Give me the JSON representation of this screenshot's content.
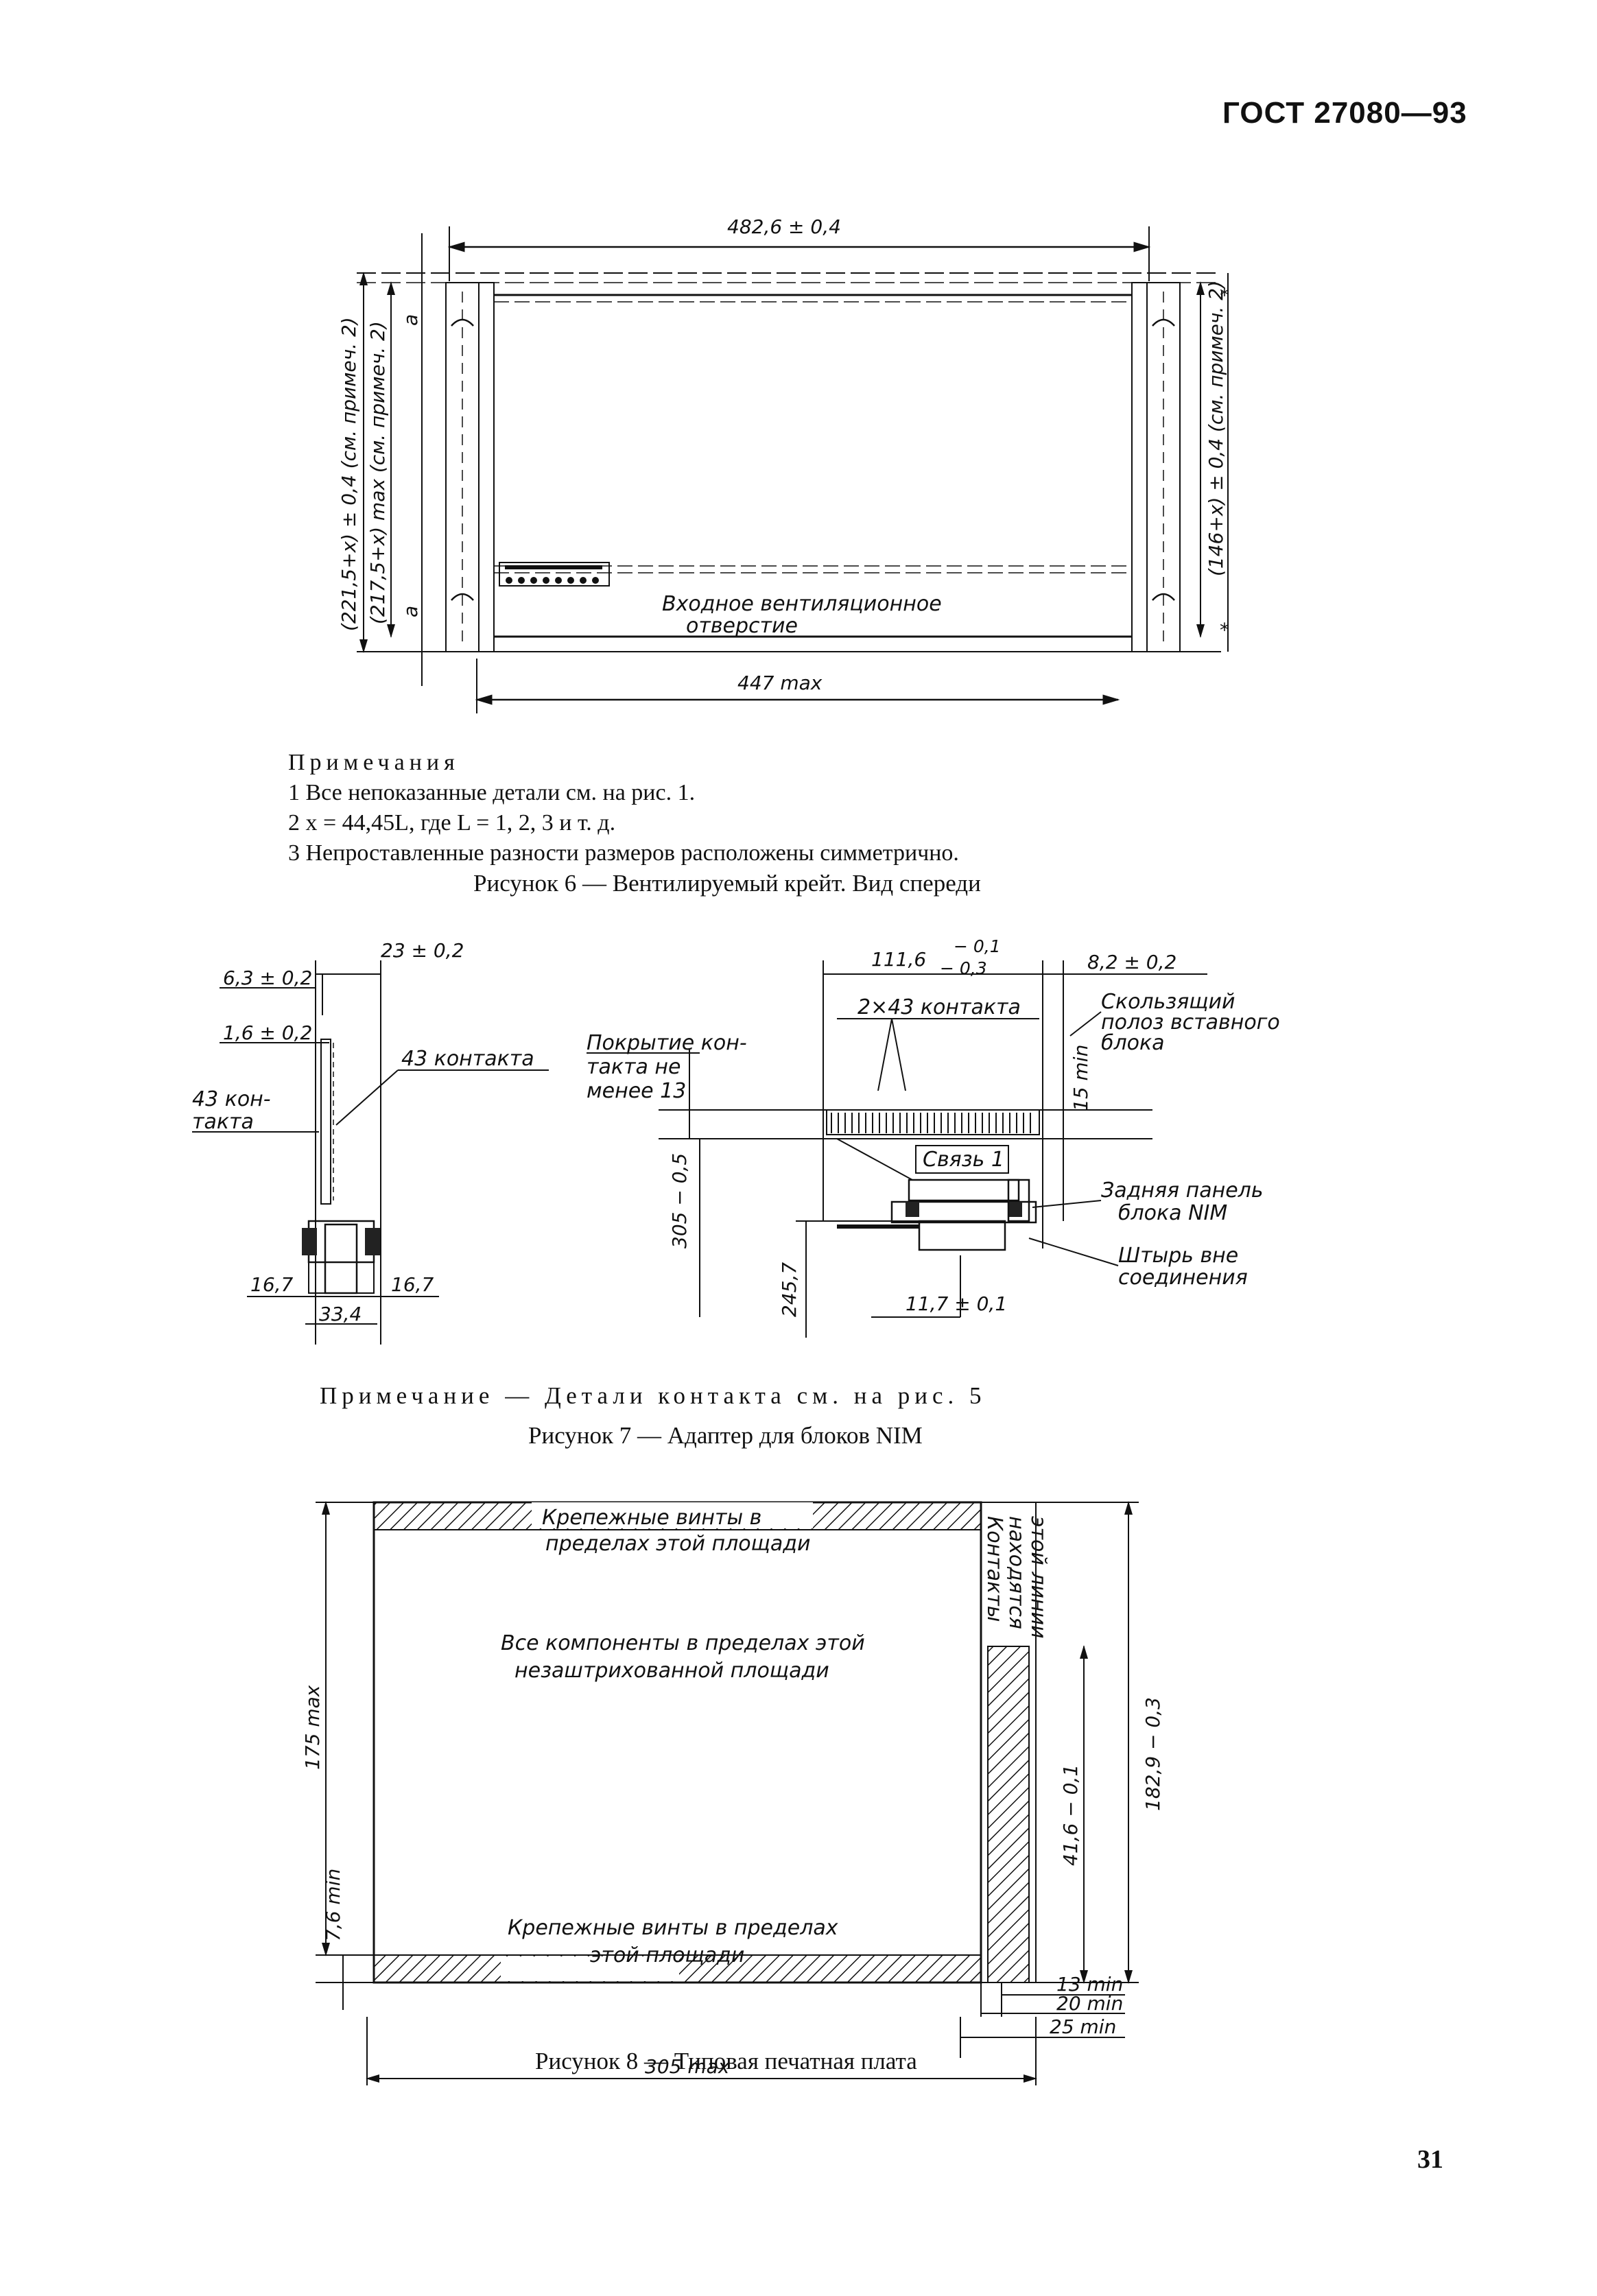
{
  "header": {
    "standard": "ГОСТ 27080—93"
  },
  "page_number": "31",
  "figure6": {
    "caption": "Рисунок 6 — Вентилируемый крейт. Вид спереди",
    "dims": {
      "width_top": "482,6 ± 0,4",
      "width_bottom": "447 max",
      "left_outer": "(221,5+x) ± 0,4 (см. примеч. 2)",
      "left_inner": "(217,5+x) max (см. примеч. 2)",
      "right": "(146+x) ± 0,4 (см. примеч. 2)",
      "a_top": "a",
      "a_bottom": "a",
      "star_top": "*",
      "star_bottom": "*"
    },
    "vent_label_1": "Входное вентиляционное",
    "vent_label_2": "отверстие"
  },
  "notes": {
    "title": "Примечания",
    "items": [
      "1 Все непоказанные детали см. на рис. 1.",
      "2 x = 44,45L, где L = 1, 2, 3 и т. д.",
      "3 Непроставленные разности размеров расположены симметрично."
    ]
  },
  "figure7": {
    "caption": "Рисунок 7 — Адаптер для блоков NIM",
    "note": "Примечание — Детали контакта см. на рис. 5",
    "left": {
      "d_63": "6,3 ± 0,2",
      "d_23": "23 ± 0,2",
      "d_16": "1,6 ± 0,2",
      "contacts_43_a": "43 кон-",
      "contacts_43_b": "такта",
      "contacts_43_right": "43 контакта",
      "d_167_left": "16,7",
      "d_167_right": "16,7",
      "d_334": "33,4"
    },
    "right": {
      "d_1116": "111,6",
      "d_1116_tol_top": "− 0,1",
      "d_1116_tol_bot": "− 0,3",
      "d_82": "8,2 ± 0,2",
      "contacts_2x43": "2×43 контакта",
      "coating_1": "Покрытие кон-",
      "coating_2": "такта не",
      "coating_3": "менее 13",
      "slide_1": "Скользящий",
      "slide_2": "полоз вставного",
      "slide_3": "блока",
      "d_15": "15 min",
      "link": "Связь 1",
      "d_305": "305 − 0,5",
      "rear_1": "Задняя панель",
      "rear_2": "блока NIM",
      "pin_1": "Штырь вне",
      "pin_2": "соединения",
      "d_2457": "245,7",
      "d_117": "11,7 ± 0,1"
    }
  },
  "figure8": {
    "caption": "Рисунок 8 — Типовая печатная плата",
    "screws_top_1": "Крепежные винты в",
    "screws_top_2": "пределах этой площади",
    "components_1": "Все компоненты в пределах этой",
    "components_2": "незаштрихованной площади",
    "screws_bottom_1": "Крепежные винты в пределах",
    "screws_bottom_2": "этой площади",
    "contacts_1": "Контакты",
    "contacts_2": "находятся",
    "contacts_3": "этой линии",
    "d_175": "175 max",
    "d_76": "7,6 min",
    "d_1829": "182,9 − 0,3",
    "d_416": "41,6 − 0,1",
    "d_13": "13 min",
    "d_20": "20 min",
    "d_25": "25 min",
    "d_305": "305 max"
  }
}
